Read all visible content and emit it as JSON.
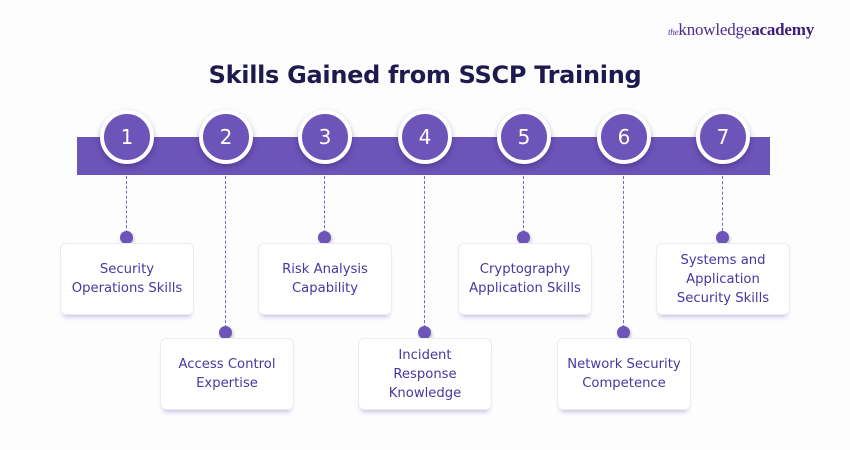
{
  "logo": {
    "prefix": "the",
    "main": "knowledge",
    "accent": "academy"
  },
  "title": "Skills Gained from SSCP Training",
  "colors": {
    "primary": "#6c54b8",
    "title": "#1e1a4d",
    "text": "#4a36a0"
  },
  "steps": [
    {
      "number": "1",
      "label": "Security Operations Skills",
      "position": "top"
    },
    {
      "number": "2",
      "label": "Access Control Expertise",
      "position": "bottom"
    },
    {
      "number": "3",
      "label": "Risk Analysis Capability",
      "position": "top"
    },
    {
      "number": "4",
      "label": "Incident Response Knowledge",
      "position": "bottom"
    },
    {
      "number": "5",
      "label": "Cryptography Application Skills",
      "position": "top"
    },
    {
      "number": "6",
      "label": "Network Security Competence",
      "position": "bottom"
    },
    {
      "number": "7",
      "label": "Systems and Application Security Skills",
      "position": "top"
    }
  ]
}
